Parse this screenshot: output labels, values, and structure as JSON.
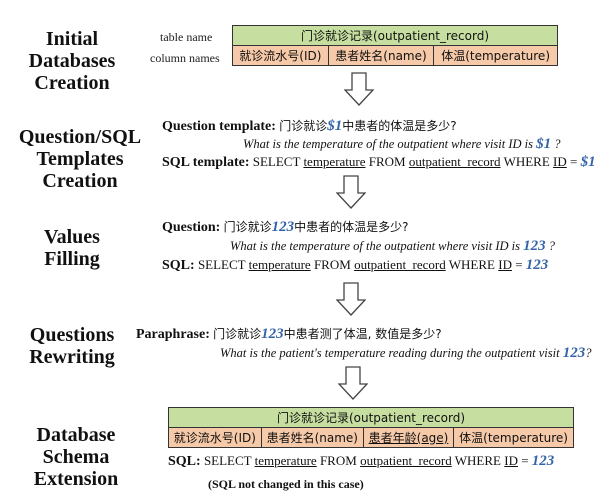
{
  "stages": {
    "s1_line1": "Initial Databases",
    "s1_line2": "Creation",
    "s2_line1": "Question/SQL",
    "s2_line2": "Templates Creation",
    "s3_line1": "Values",
    "s3_line2": "Filling",
    "s4_line1": "Questions",
    "s4_line2": "Rewriting",
    "s5_line1": "Database Schema",
    "s5_line2": "Extension"
  },
  "initial_table": {
    "table_name_label": "table name",
    "column_names_label": "column names",
    "name": "门诊就诊记录(outpatient_record)",
    "columns": [
      "就诊流水号(ID)",
      "患者姓名(name)",
      "体温(temperature)"
    ]
  },
  "template": {
    "question_label": "Question template:",
    "question_pre": "门诊就诊",
    "question_var": "$1",
    "question_post": "中患者的体温是多少?",
    "english_pre": "What is the temperature of the outpatient where visit ID is",
    "english_var": "$1",
    "english_post": "?",
    "sql_label": "SQL template:",
    "sql_select": "SELECT",
    "sql_col": "temperature",
    "sql_from": "FROM",
    "sql_table": "outpatient_record",
    "sql_where": "WHERE",
    "sql_id": "ID",
    "sql_eq": "=",
    "sql_var": "$1"
  },
  "filling": {
    "question_label": "Question:",
    "question_pre": "门诊就诊",
    "question_var": "123",
    "question_post": "中患者的体温是多少?",
    "english_pre": "What is the temperature of the outpatient where visit ID is",
    "english_var": "123",
    "english_post": "?",
    "sql_label": "SQL:",
    "sql_select": "SELECT",
    "sql_col": "temperature",
    "sql_from": "FROM",
    "sql_table": "outpatient_record",
    "sql_where": "WHERE",
    "sql_id": "ID",
    "sql_eq": "=",
    "sql_var": "123"
  },
  "rewriting": {
    "label": "Paraphrase:",
    "zh_pre": "门诊就诊",
    "zh_var": "123",
    "zh_post": "中患者测了体温, 数值是多少?",
    "english_pre": "What is the patient's temperature reading during the outpatient visit",
    "english_var": "123",
    "english_post": "?"
  },
  "extended_table": {
    "name": "门诊就诊记录(outpatient_record)",
    "columns": [
      "就诊流水号(ID)",
      "患者姓名(name)",
      "患者年龄(age)",
      "体温(temperature)"
    ],
    "sql_label": "SQL:",
    "sql_select": "SELECT",
    "sql_col": "temperature",
    "sql_from": "FROM",
    "sql_table": "outpatient_record",
    "sql_where": "WHERE",
    "sql_id": "ID",
    "sql_eq": "=",
    "sql_var": "123",
    "note": "(SQL not changed in this case)"
  },
  "colors": {
    "table_name_bg": "#c6dfa0",
    "column_bg": "#f6c9a8",
    "variable": "#3563a8"
  }
}
